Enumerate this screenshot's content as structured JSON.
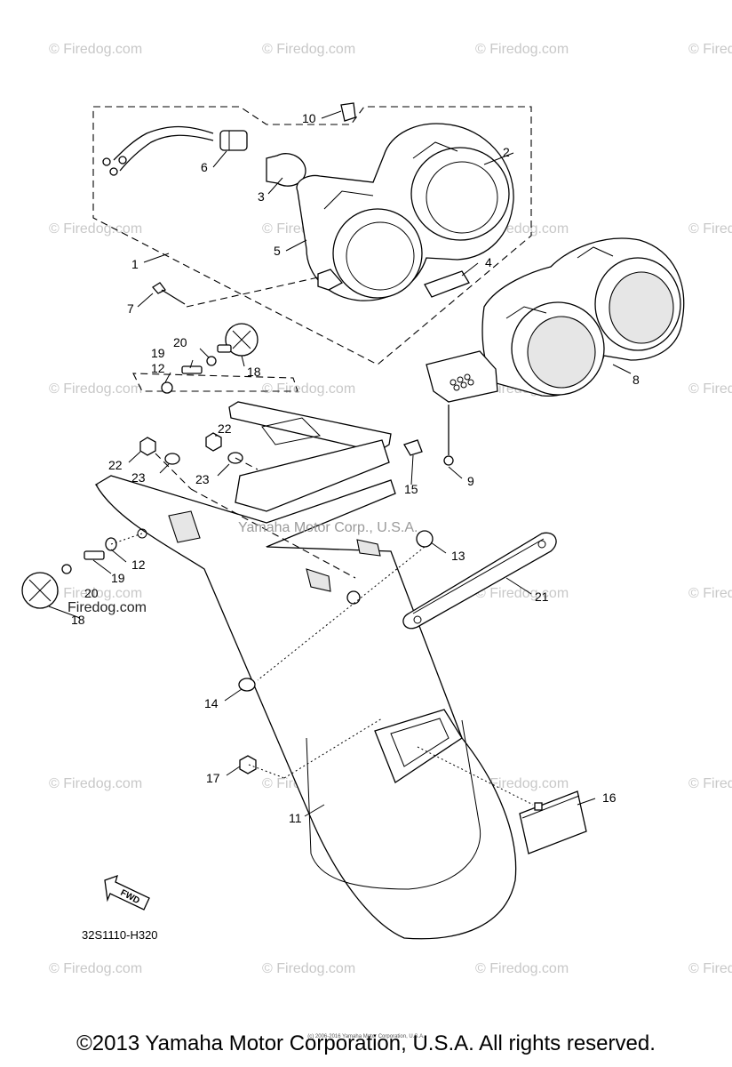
{
  "watermark": {
    "text": "© Firedog.com"
  },
  "overlay_watermark": "Yamaha Motor Corp., U.S.A.",
  "inline_watermark": "Firedog.com",
  "part_labels": [
    "1",
    "2",
    "3",
    "4",
    "5",
    "6",
    "7",
    "8",
    "9",
    "10",
    "11",
    "12",
    "12",
    "13",
    "14",
    "15",
    "16",
    "17",
    "18",
    "18",
    "19",
    "19",
    "20",
    "20",
    "21",
    "22",
    "22",
    "23",
    "23"
  ],
  "fwd_label": "FWD",
  "diagram_code": "32S1110-H320",
  "fineprint": "(c) 2006-2016 Yamaha Motor Corporation, U.S.A.",
  "copyright": "©2013 Yamaha Motor Corporation, U.S.A. All rights reserved."
}
